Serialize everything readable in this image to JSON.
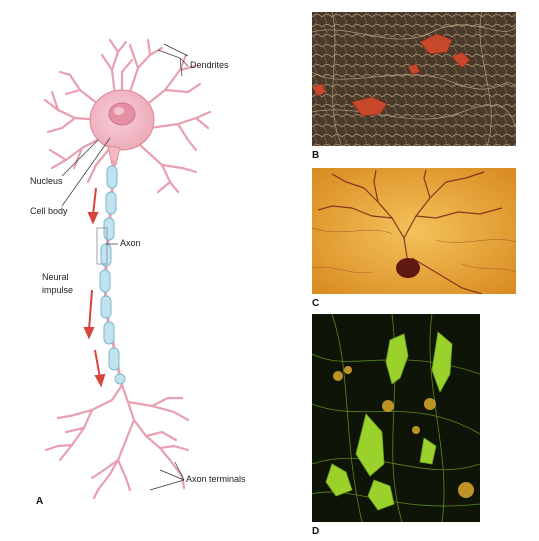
{
  "labels": {
    "dendrites": "Dendrites",
    "nucleus": "Nucleus",
    "cell_body": "Cell body",
    "axon": "Axon",
    "neural_impulse_line1": "Neural",
    "neural_impulse_line2": "impulse",
    "axon_terminals": "Axon terminals"
  },
  "panels": {
    "a": "A",
    "b": "B",
    "c": "C",
    "d": "D"
  },
  "colors": {
    "neuron_pink": "#f2b9c4",
    "neuron_outline": "#d98796",
    "nucleus": "#e9a2b1",
    "myelin": "#bfe3ef",
    "myelin_outline": "#7fb8cc",
    "impulse_arrow": "#d6453c",
    "photo_b_bg": "#3a2e22",
    "photo_b_cells": "#c8482c",
    "photo_c_bg": "#e8a431",
    "photo_c_cell": "#6a1f14",
    "photo_d_bg": "#0e1508",
    "photo_d_cells": "#9ad12a"
  }
}
